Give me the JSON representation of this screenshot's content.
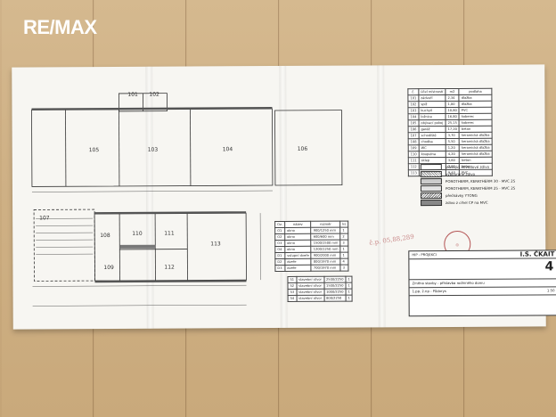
{
  "logo": {
    "text": "RE/MAX",
    "brand_color": "#ffffff"
  },
  "plan": {
    "rooms": [
      "101",
      "102",
      "103",
      "104",
      "105",
      "106",
      "107",
      "108",
      "109",
      "110",
      "111",
      "112",
      "113"
    ],
    "room_table": {
      "headers": [
        "č.",
        "účel místností",
        "m2",
        "podlaha"
      ],
      "rows": [
        [
          "101",
          "zádveří",
          "2,34",
          "dlažba"
        ],
        [
          "102",
          "spíž",
          "1,00",
          "dlažba"
        ],
        [
          "103",
          "kuchyň",
          "10,80",
          "PVC"
        ],
        [
          "104",
          "ložnice",
          "16,80",
          "koberec"
        ],
        [
          "105",
          "obývací pokoj",
          "25,15",
          "koberec"
        ],
        [
          "106",
          "garáž",
          "17,20",
          "beton"
        ],
        [
          "107",
          "schodiště",
          "3,70",
          "keramická dlažba"
        ],
        [
          "108",
          "chodba",
          "5,50",
          "keramická dlažba"
        ],
        [
          "109",
          "WC",
          "1,20",
          "keramická dlažba"
        ],
        [
          "110",
          "koupelna",
          "4,20",
          "keramická dlažba"
        ],
        [
          "111",
          "sklep",
          "3,60",
          "beton"
        ],
        [
          "112",
          "sklad",
          "2,90",
          "beton"
        ],
        [
          "113",
          "pracovna",
          "9,40",
          "PVC"
        ]
      ]
    },
    "window_table": {
      "headers": [
        "Oz.",
        "název",
        "rozměr",
        "ks"
      ],
      "rows": [
        [
          "O1",
          "okno",
          "900/1250 mm",
          "1"
        ],
        [
          "O2",
          "okno",
          "600/600 mm",
          "2"
        ],
        [
          "O3",
          "okno",
          "1500/1500 mm",
          "3"
        ],
        [
          "O4",
          "okno",
          "1200/1250 mm",
          "1"
        ],
        [
          "D1",
          "vstupní dveře",
          "900/2000 mm",
          "1"
        ],
        [
          "D2",
          "dveře",
          "800/1970 mm",
          "4"
        ],
        [
          "D3",
          "dveře",
          "700/1970 mm",
          "3"
        ]
      ]
    },
    "door_table": {
      "rows": [
        [
          "S1",
          "stavební otvor",
          "2500/2250",
          "1"
        ],
        [
          "S2",
          "stavební otvor",
          "1500/2250",
          "1"
        ],
        [
          "S3",
          "stavební otvor",
          "1000/2250",
          "1"
        ],
        [
          "S4",
          "stavební otvor",
          "800/2250",
          "1"
        ]
      ]
    },
    "legend": [
      "stávající obvodové zdivo",
      "vybourané zdivo",
      "POROTHERM, KERATHERM 30 - MVC 25",
      "POROTHERM, KERATHERM 25 - MVC 25",
      "přečkávky YTONG",
      "zdivo z cihel CP na MVC"
    ],
    "titleblock": {
      "role": "HIP - PROJEKCI",
      "author": "I.S. ČKAIT",
      "project": "Změna stavby - přístavba rodinného domu",
      "drawing": "1.pp, 2.np - Půdorys",
      "sheet_number": "4",
      "scale": "1:50"
    },
    "handwriting": "č.p. 05,88,289"
  }
}
